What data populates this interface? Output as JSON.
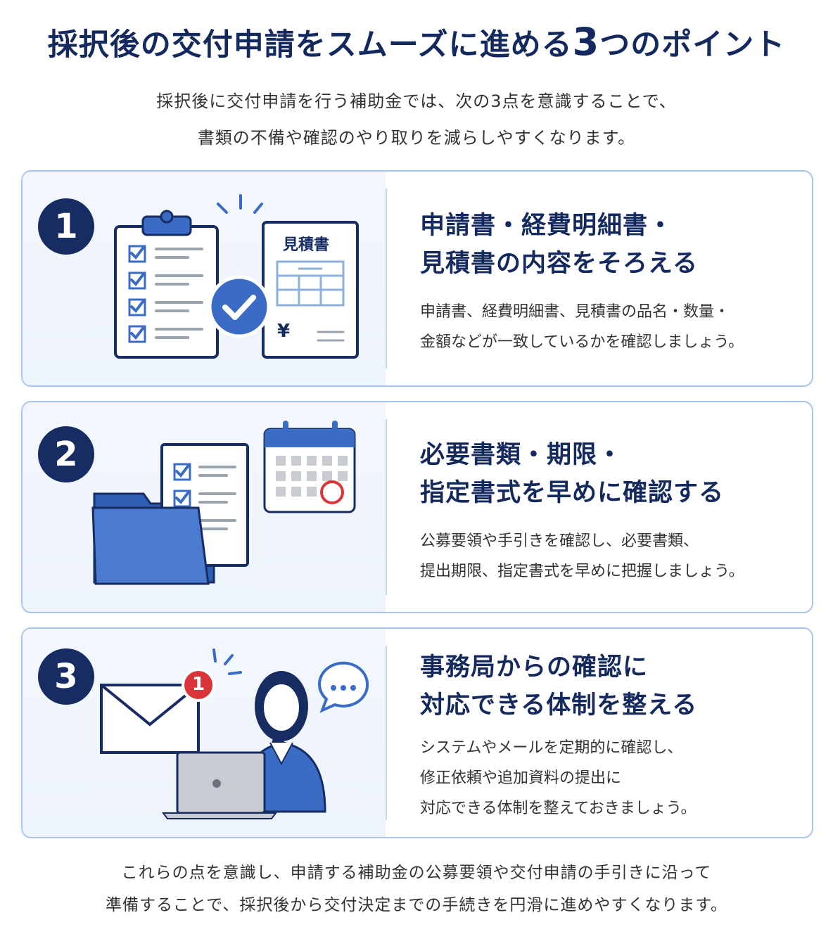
{
  "header": {
    "title_main": "採択後の交付申請をスムーズに進める",
    "title_number": "3",
    "title_suffix": "つのポイント",
    "intro_lines": [
      "採択後に交付申請を行う補助金では、次の3点を意識することで、",
      "書類の不備や確認のやり取りを減らしやすくなります。"
    ]
  },
  "cards": [
    {
      "number": "1",
      "title_lines": [
        "申請書・経費明細書・",
        "見積書の内容をそろえる"
      ],
      "desc_lines": [
        "申請書、経費明細書、見積書の品名・数量・",
        "金額などが一致しているかを確認しましょう。"
      ],
      "illustration": {
        "estimate_label": "見積書",
        "yen_symbol": "¥",
        "icons": [
          "checklist-clipboard-icon",
          "check-circle-icon",
          "estimate-document-icon"
        ]
      }
    },
    {
      "number": "2",
      "title_lines": [
        "必要書類・期限・",
        "指定書式を早めに確認する"
      ],
      "desc_lines": [
        "公募要領や手引きを確認し、必要書類、",
        "提出期限、指定書式を早めに把握しましょう。"
      ],
      "illustration": {
        "icons": [
          "folder-icon",
          "checklist-document-icon",
          "calendar-icon"
        ]
      }
    },
    {
      "number": "3",
      "title_lines": [
        "事務局からの確認に",
        "対応できる体制を整える"
      ],
      "desc_lines": [
        "システムやメールを定期的に確認し、",
        "修正依頼や追加資料の提出に",
        "対応できる体制を整えておきましょう。"
      ],
      "illustration": {
        "notification_count": "1",
        "icons": [
          "envelope-icon",
          "notification-badge-icon",
          "speech-bubble-icon",
          "person-with-laptop-icon"
        ]
      }
    }
  ],
  "footer": {
    "lines": [
      "これらの点を意識し、申請する補助金の公募要領や交付申請の手引きに沿って",
      "準備することで、採択後から交付決定までの手続きを円滑に進めやすくなります。"
    ]
  },
  "colors": {
    "navy": "#14295e",
    "blue": "#3a6cc6",
    "card_border": "#a9c7ee",
    "alert_red": "#d9343a"
  }
}
